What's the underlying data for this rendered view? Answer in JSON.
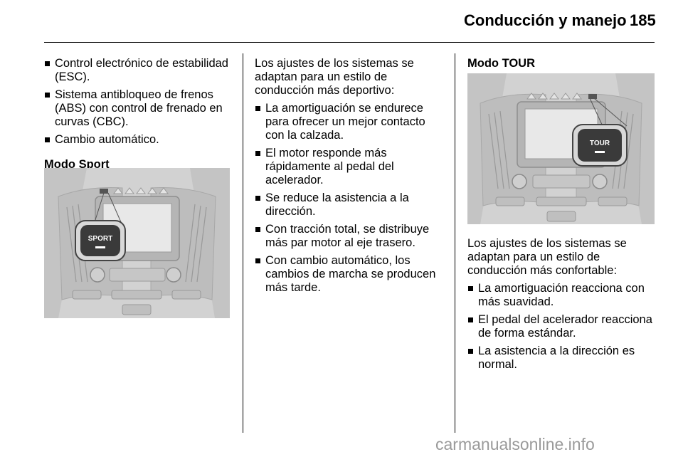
{
  "header": {
    "title": "Conducción y manejo",
    "page_number": "185"
  },
  "col1": {
    "bullets": [
      "Control electrónico de estabilidad (ESC).",
      "Sistema antibloqueo de frenos (ABS) con control de frenado en curvas (CBC).",
      "Cambio automático."
    ],
    "heading": "Modo Sport",
    "figure_button_label": "SPORT"
  },
  "col2": {
    "intro": "Los ajustes de los sistemas se adaptan para un estilo de conducción más deportivo:",
    "bullets": [
      "La amortiguación se endurece para ofrecer un mejor contacto con la calzada.",
      "El motor responde más rápidamente al pedal del acelerador.",
      "Se reduce la asistencia a la dirección.",
      "Con tracción total, se distribuye más par motor al eje trasero.",
      "Con cambio automático, los cambios de marcha se producen más tarde."
    ]
  },
  "col3": {
    "heading": "Modo TOUR",
    "figure_button_label": "TOUR",
    "intro": "Los ajustes de los sistemas se adaptan para un estilo de conducción más confortable:",
    "bullets": [
      "La amortiguación reacciona con más suavidad.",
      "El pedal del acelerador reacciona de forma estándar.",
      "La asistencia a la dirección es normal."
    ]
  },
  "watermark": "carmanualsonline.info"
}
